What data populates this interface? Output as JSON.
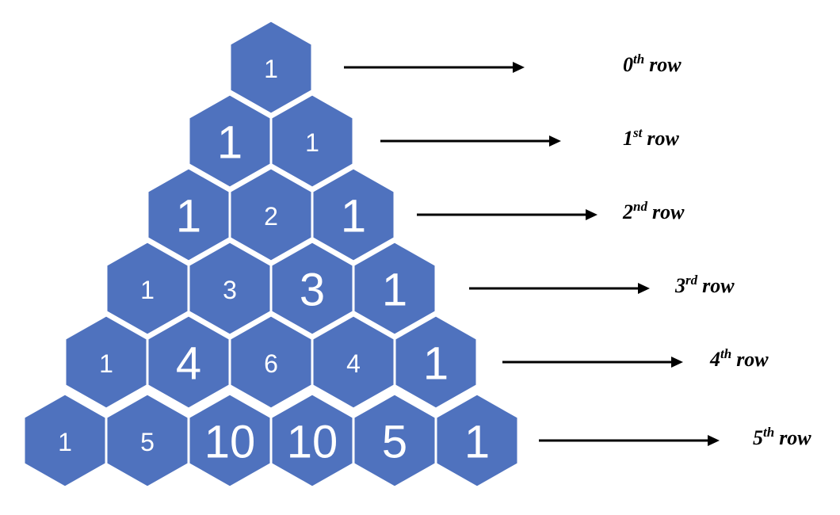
{
  "colors": {
    "hex_fill": "#4f72be",
    "hex_border": "#ffffff",
    "text": "#ffffff",
    "arrow": "#000000",
    "background": "#ffffff"
  },
  "rows": [
    {
      "values": [
        "1"
      ],
      "label": {
        "number": "0",
        "suffix": "th",
        "word": "row"
      }
    },
    {
      "values": [
        "1",
        "1"
      ],
      "label": {
        "number": "1",
        "suffix": "st",
        "word": "row"
      }
    },
    {
      "values": [
        "1",
        "2",
        "1"
      ],
      "label": {
        "number": "2",
        "suffix": "nd",
        "word": "row"
      }
    },
    {
      "values": [
        "1",
        "3",
        "3",
        "1"
      ],
      "label": {
        "number": "3",
        "suffix": "rd",
        "word": "row"
      }
    },
    {
      "values": [
        "1",
        "4",
        "6",
        "4",
        "1"
      ],
      "label": {
        "number": "4",
        "suffix": "th",
        "word": "row"
      }
    },
    {
      "values": [
        "1",
        "5",
        "10",
        "10",
        "5",
        "1"
      ],
      "label": {
        "number": "5",
        "suffix": "th",
        "word": "row"
      }
    }
  ]
}
